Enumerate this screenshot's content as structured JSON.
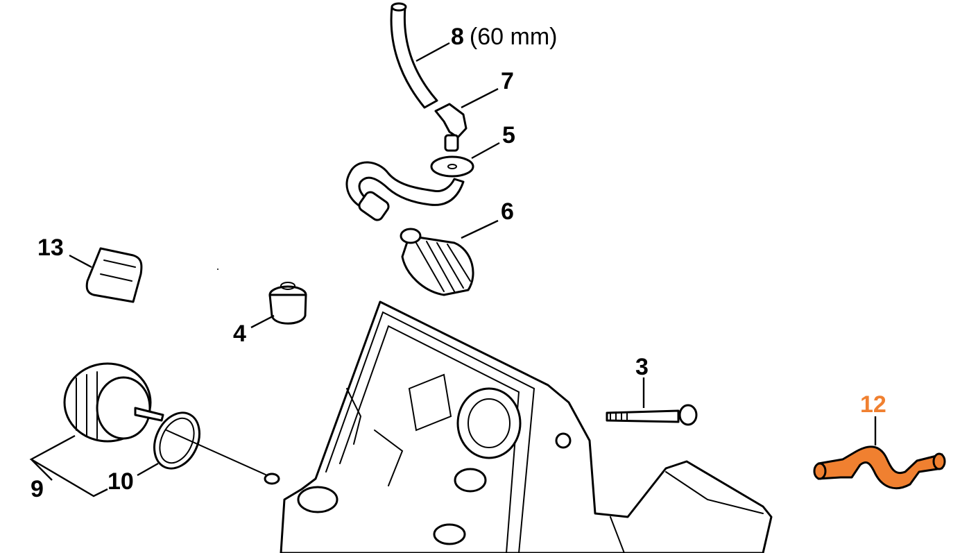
{
  "colors": {
    "line": "#000000",
    "background": "#ffffff",
    "highlight": "#f08030"
  },
  "labels": {
    "p8_number": "8",
    "p8_note": "(60 mm)",
    "p7": "7",
    "p5": "5",
    "p6": "6",
    "p13": "13",
    "p4": "4",
    "p3": "3",
    "p12": "12",
    "p9": "9",
    "p10": "10"
  },
  "highlighted_part": "12"
}
